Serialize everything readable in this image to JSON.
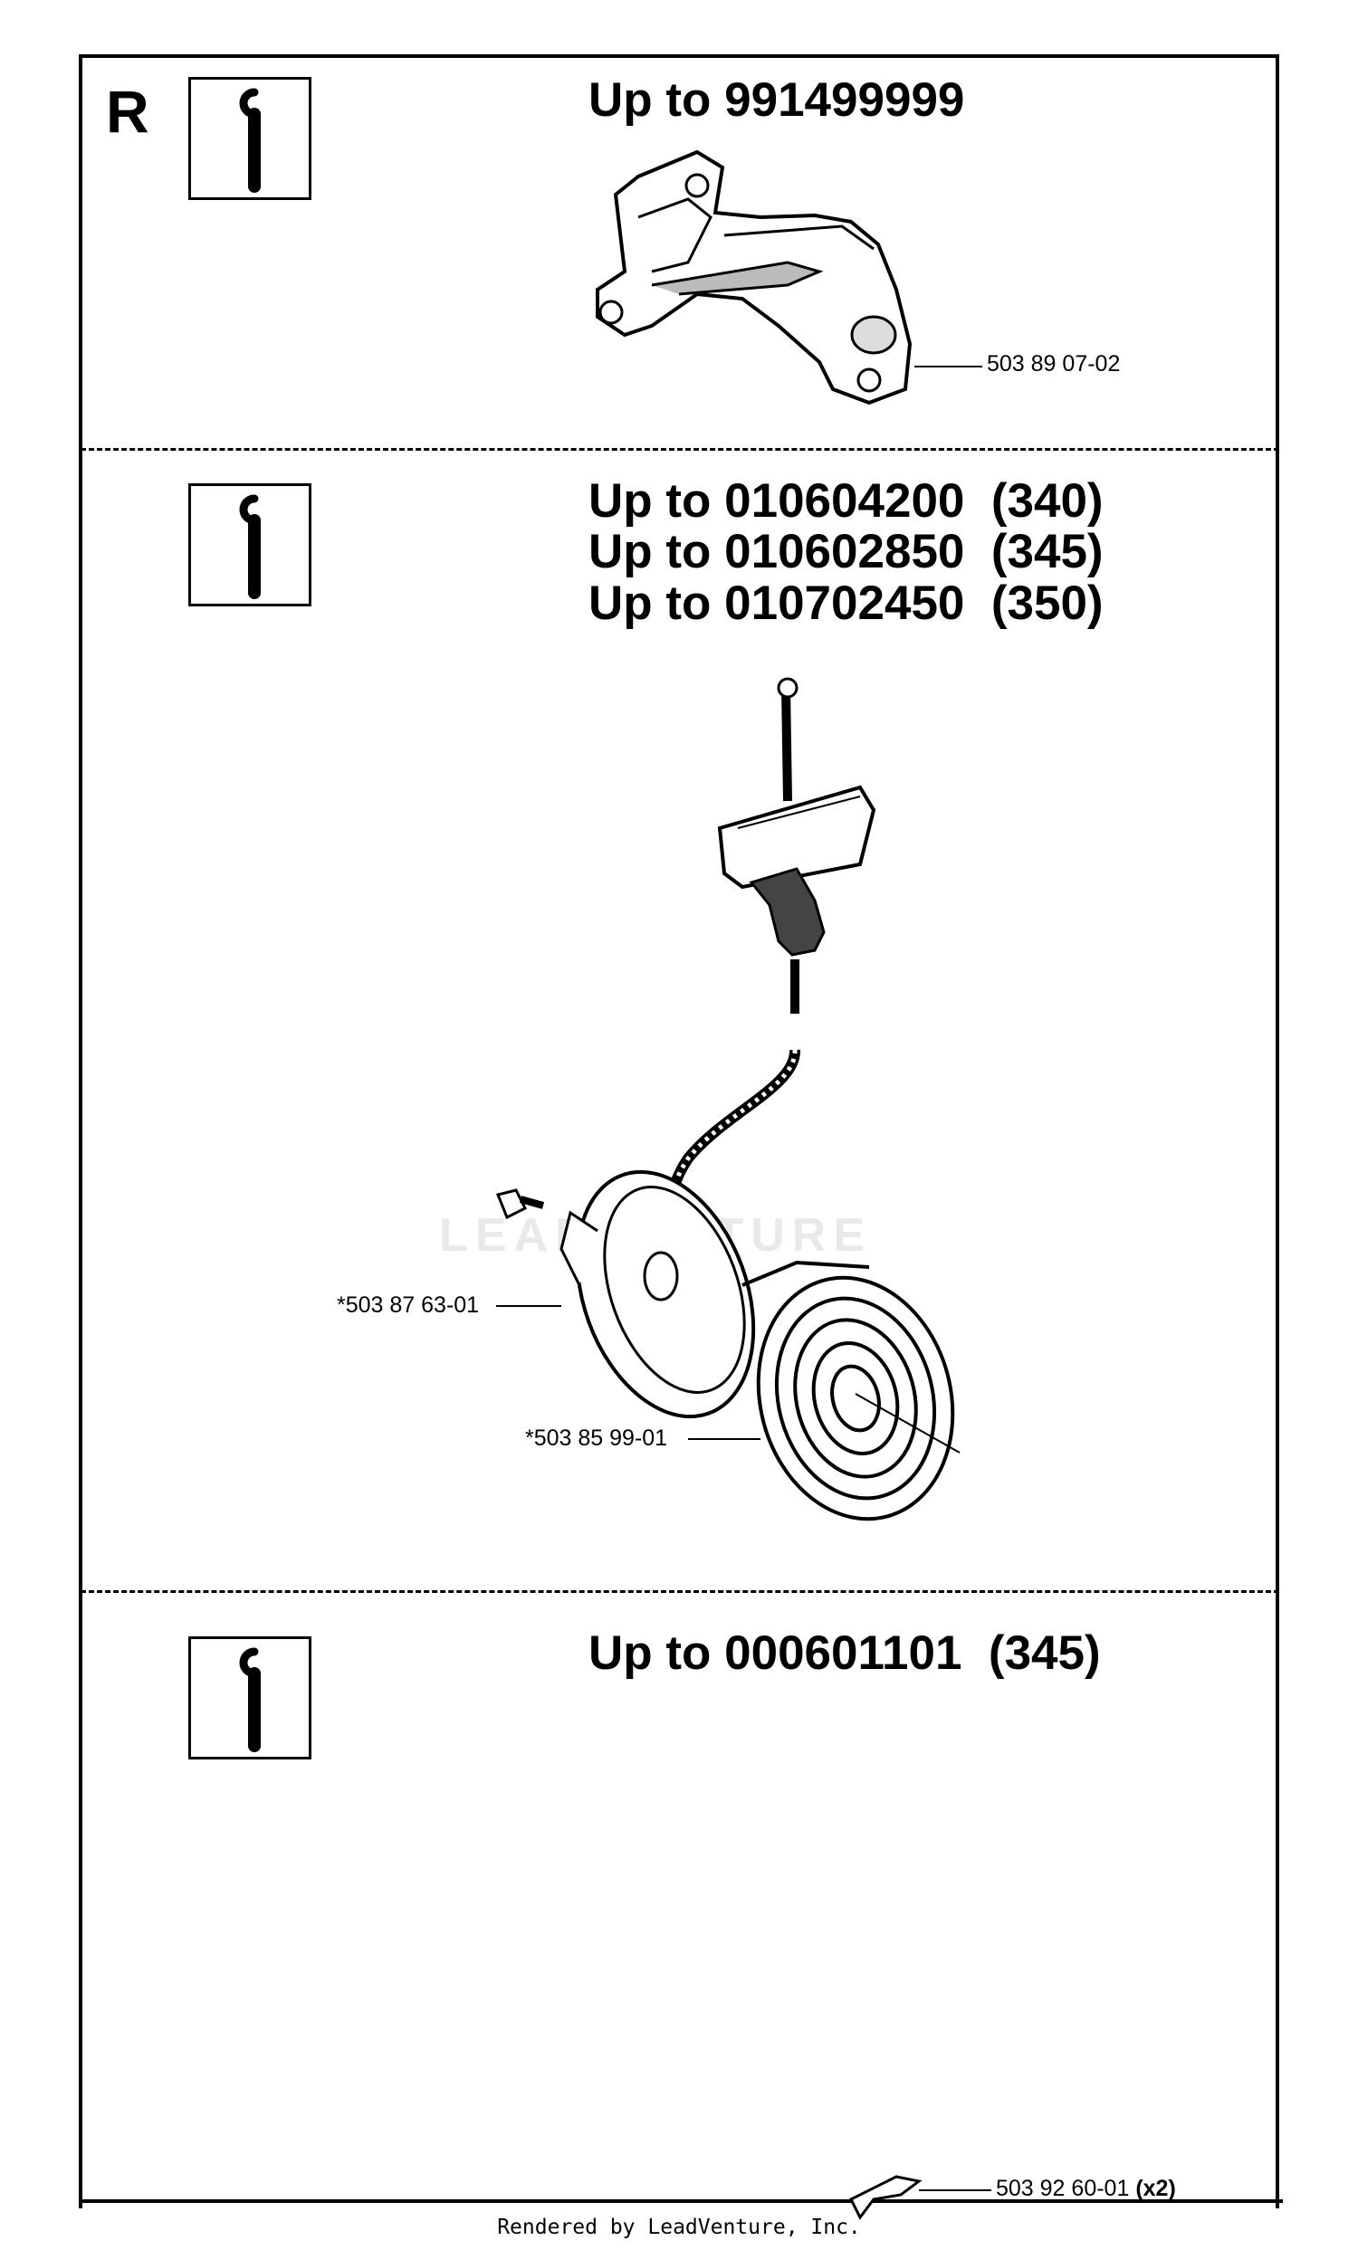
{
  "section_r": {
    "letter": "R",
    "heading": "Up to 991499999",
    "part": "503 89 07-02"
  },
  "section_2": {
    "headings": [
      "Up to 010604200  (340)",
      "Up to 010602850  (345)",
      "Up to 010702450  (350)"
    ],
    "parts": [
      "*503 87 63-01",
      "*503 85 99-01"
    ]
  },
  "section_3": {
    "heading": "Up to 000601101  (345)",
    "part": "503 92 60-01",
    "qty": "(x2)"
  },
  "watermark": "LEADVENTURE",
  "footer": "Rendered by LeadVenture, Inc.",
  "icons": [
    "wrench-icon",
    "wrench-icon",
    "wrench-icon"
  ]
}
